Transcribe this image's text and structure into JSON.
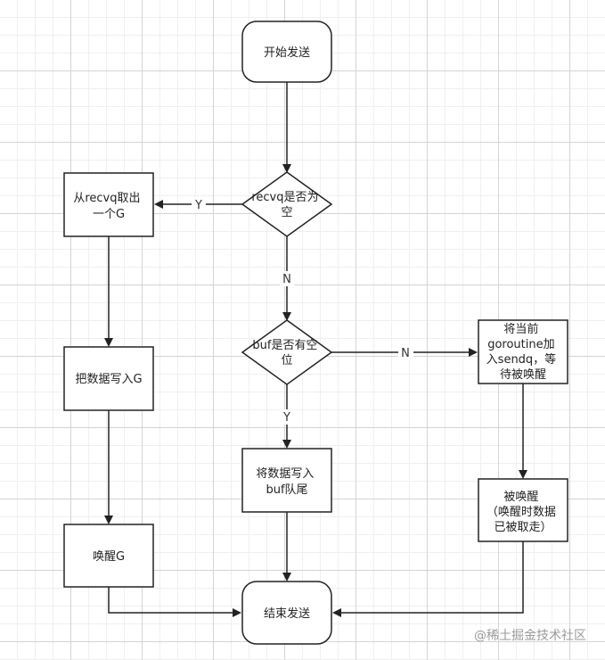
{
  "nodes": {
    "start": {
      "lines": [
        "开始发送"
      ]
    },
    "recvq_check": {
      "lines": [
        "recvq是否为",
        "空"
      ]
    },
    "take_from_recvq": {
      "lines": [
        "从recvq取出",
        "一个G"
      ]
    },
    "write_to_g": {
      "lines": [
        "把数据写入G"
      ]
    },
    "wake_g": {
      "lines": [
        "唤醒G"
      ]
    },
    "buf_check": {
      "lines": [
        "buf是否有空",
        "位"
      ]
    },
    "write_buf": {
      "lines": [
        "将数据写入",
        "buf队尾"
      ]
    },
    "enqueue_sendq": {
      "lines": [
        "将当前",
        "goroutine加",
        "入sendq，等",
        "待被唤醒"
      ]
    },
    "woken": {
      "lines": [
        "被唤醒",
        "（唤醒时数据",
        "已被取走）"
      ]
    },
    "end": {
      "lines": [
        "结束发送"
      ]
    }
  },
  "edge_labels": {
    "recvq_yes": "Y",
    "recvq_no": "N",
    "buf_no": "N",
    "buf_yes": "Y"
  },
  "watermark": "@稀土掘金技术社区",
  "colors": {
    "stroke": "#222222",
    "fill": "#ffffff",
    "text": "#222222"
  }
}
